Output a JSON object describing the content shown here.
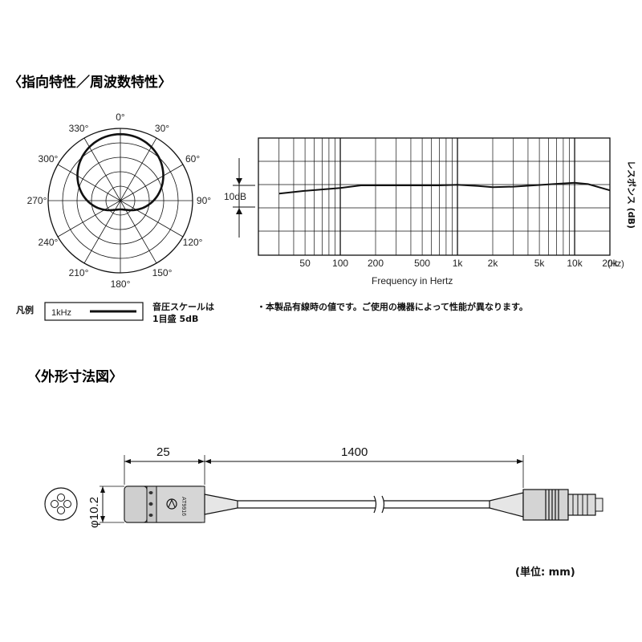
{
  "headings": {
    "polar_freq": "〈指向特性／周波数特性〉",
    "dimensions": "〈外形寸法図〉"
  },
  "polar": {
    "angle_labels": [
      "0°",
      "30°",
      "60°",
      "90°",
      "120°",
      "150°",
      "180°",
      "210°",
      "240°",
      "270°",
      "300°",
      "330°"
    ],
    "pattern": "cardioid"
  },
  "legend": {
    "label": "凡例",
    "box_text": "1kHz",
    "scale_note_line1": "音圧スケールは",
    "scale_note_line2": "1目盛 5dB"
  },
  "chart_data": {
    "type": "line",
    "xscale": "log",
    "xlabel": "Frequency in Hertz",
    "ylabel": "レスポンス (dB)",
    "xlim": [
      20,
      20000
    ],
    "x_ticks": [
      "50",
      "100",
      "200",
      "500",
      "1k",
      "2k",
      "5k",
      "10k",
      "20k"
    ],
    "x_unit": "(Hz)",
    "scale_marker": "10dB",
    "grid": true,
    "series": [
      {
        "x": [
          30,
          50,
          100,
          150,
          200,
          300,
          500,
          700,
          1000,
          1500,
          2000,
          3000,
          5000,
          7000,
          10000,
          13000,
          20000
        ],
        "y": [
          -3.8,
          -2.5,
          -1.2,
          0,
          0,
          0,
          0,
          0,
          0.3,
          -0.3,
          -0.8,
          -0.6,
          0.2,
          0.7,
          1.2,
          0.6,
          -2.3
        ]
      }
    ]
  },
  "freq_note": "・本製品有線時の値です。ご使用の機器によって性能が異なります。",
  "dimensions": {
    "head_length": "25",
    "cable_length": "1400",
    "diameter": "φ10.2",
    "unit_note": "(単位: mm)",
    "body_print": "AT9916"
  },
  "colors": {
    "ink": "#111111",
    "body_grey": "#d4d4d4",
    "grid": "#222222"
  }
}
